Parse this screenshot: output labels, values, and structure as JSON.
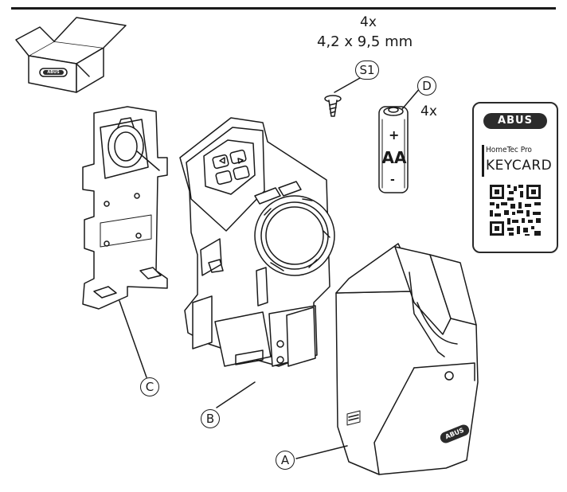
{
  "screws": {
    "quantity": "4x",
    "size": "4,2 x 9,5 mm",
    "label": "S1"
  },
  "batteries": {
    "label": "D",
    "quantity": "4x",
    "plus": "+",
    "type": "AA",
    "minus": "-"
  },
  "box": {
    "brand": "ABUS"
  },
  "keycard": {
    "brand": "ABUS",
    "subtitle": "HomeTec Pro",
    "title": "KEYCARD"
  },
  "parts": {
    "mount_plate": "C",
    "lock_unit": "B",
    "cover": "A"
  },
  "cover_brand": "ABUS"
}
